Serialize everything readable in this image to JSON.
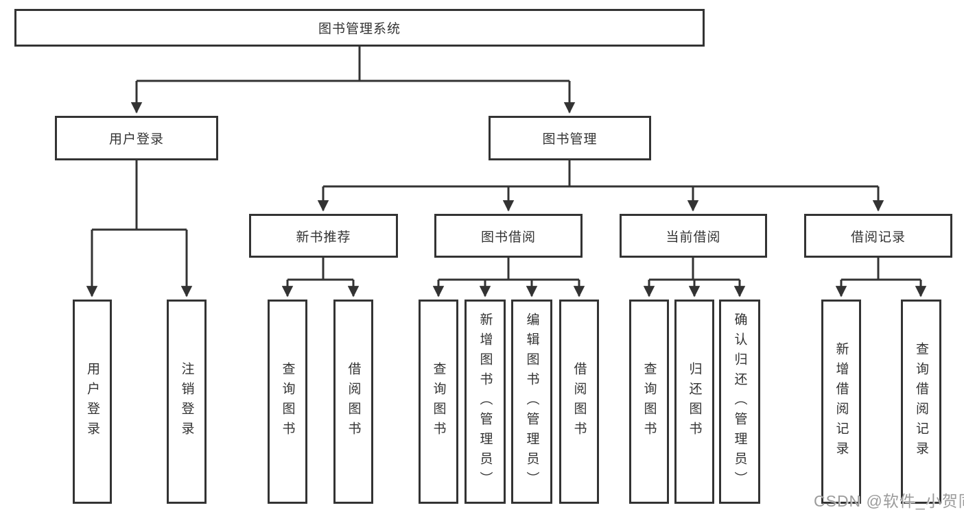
{
  "tree": {
    "root": "图书管理系统",
    "children": [
      {
        "label": "用户登录",
        "leaves": [
          "用户登录",
          "注销登录"
        ]
      },
      {
        "label": "图书管理",
        "children": [
          {
            "label": "新书推荐",
            "leaves": [
              "查询图书",
              "借阅图书"
            ]
          },
          {
            "label": "图书借阅",
            "leaves": [
              "查询图书",
              "新增图书（管理员）",
              "编辑图书（管理员）",
              "借阅图书"
            ]
          },
          {
            "label": "当前借阅",
            "leaves": [
              "查询图书",
              "归还图书",
              "确认归还（管理员）"
            ]
          },
          {
            "label": "借阅记录",
            "leaves": [
              "新增借阅记录",
              "查询借阅记录"
            ]
          }
        ]
      }
    ]
  },
  "watermark": "CSDN @软件_小贺同学",
  "colors": {
    "line": "#333333",
    "box_border": "#333333",
    "text": "#333333",
    "background": "#ffffff",
    "watermark": "#9b9b9b"
  }
}
